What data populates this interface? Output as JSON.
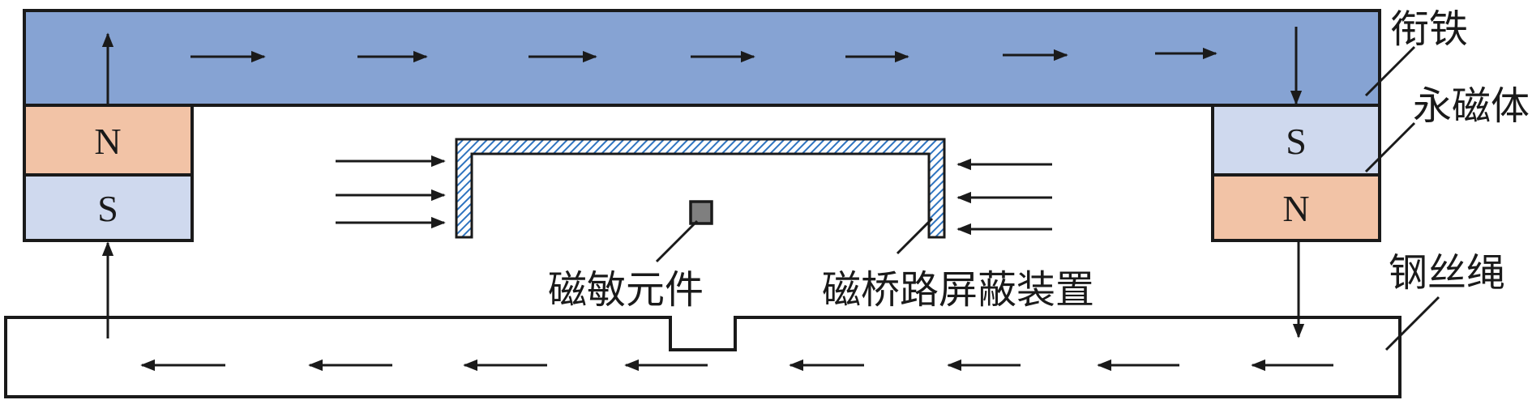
{
  "labels": {
    "armature": "衔铁",
    "permanent_magnet": "永磁体",
    "wire_rope": "钢丝绳",
    "sensor": "磁敏元件",
    "shield": "磁桥路屏蔽装置"
  },
  "poles": {
    "left_top": "N",
    "left_bottom": "S",
    "right_top": "S",
    "right_bottom": "N"
  },
  "colors": {
    "armature": "#86a3d3",
    "north_pole": "#f2c3a6",
    "south_pole": "#cfd9ee",
    "shield_hatch": "#2f74c0",
    "outline": "#1a1a1a"
  }
}
